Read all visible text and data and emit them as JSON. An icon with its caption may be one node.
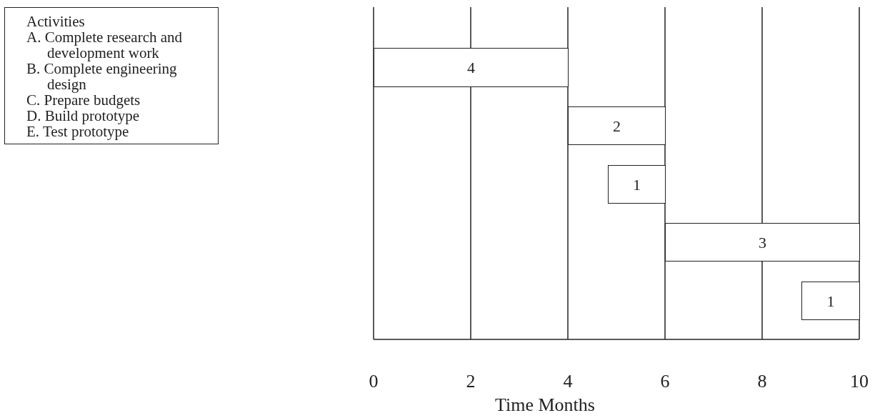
{
  "diagram": {
    "nodes": [
      {
        "text": [
          "Activities",
          "A. Complete research and development work",
          "B. Complete engineering design",
          "C. Prepare budgets",
          "D. Build prototype",
          "E. Test prototype"
        ]
      },
      {
        "text": [
          "4"
        ]
      },
      {
        "text": [
          "2"
        ]
      },
      {
        "text": [
          "1"
        ]
      },
      {
        "text": [
          "3"
        ]
      },
      {
        "text": [
          "1"
        ]
      }
    ],
    "labels": [
      "0",
      "2",
      "4",
      "6",
      "8",
      "10",
      "Time Months"
    ]
  }
}
